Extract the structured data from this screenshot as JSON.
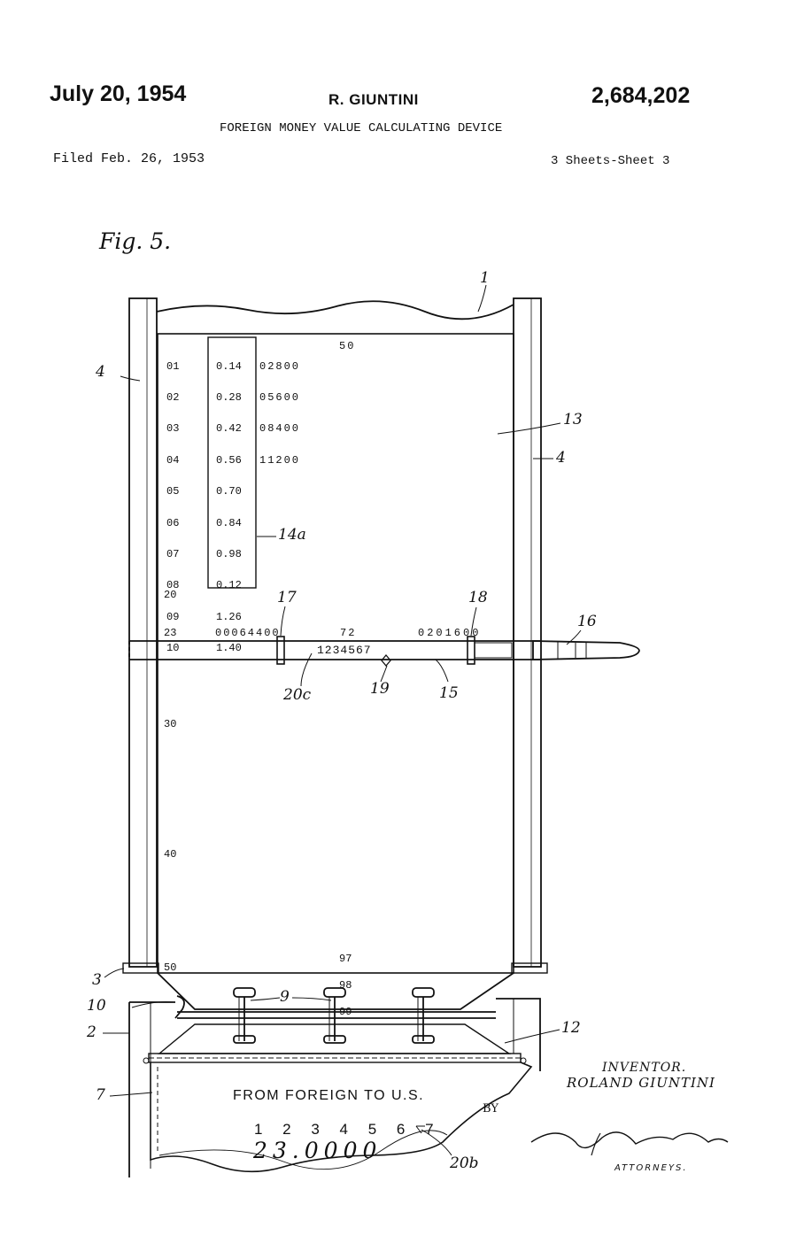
{
  "header": {
    "date": "July 20, 1954",
    "inventor": "R. GIUNTINI",
    "patent_number": "2,684,202",
    "title": "FOREIGN MONEY VALUE CALCULATING DEVICE",
    "filed": "Filed Feb. 26, 1953",
    "sheets": "3 Sheets-Sheet 3"
  },
  "figure": {
    "label": "Fig. 5.",
    "rows": {
      "col1": [
        "01",
        "02",
        "03",
        "04",
        "05",
        "06",
        "07",
        "08",
        "09",
        "10"
      ],
      "col2": [
        "0.14",
        "0.28",
        "0.42",
        "0.56",
        "0.70",
        "0.84",
        "0.98",
        "0.12",
        "1.26",
        "1.40"
      ],
      "col3": [
        "02800",
        "05600",
        "08400",
        "11200"
      ],
      "col4": "50"
    },
    "row_20": "20",
    "row_23": "23",
    "row_23_left": "00064400",
    "row_23_mid": "72",
    "row_23_right": "0201600",
    "slider_digits": "1234567",
    "row_30": "30",
    "row_40": "40",
    "row_50": "50",
    "bottom_codes": [
      "97",
      "98",
      "99"
    ],
    "refs": {
      "r1": "1",
      "r2": "2",
      "r3": "3",
      "r4_left": "4",
      "r4_right": "4",
      "r7": "7",
      "r9": "9",
      "r10": "10",
      "r12": "12",
      "r13": "13",
      "r14a": "14a",
      "r15": "15",
      "r16": "16",
      "r17": "17",
      "r18": "18",
      "r19": "19",
      "r20b": "20b",
      "r20c": "20c"
    },
    "plate": {
      "label": "FROM FOREIGN TO U.S.",
      "digits": "1 2 3 4 5 6 7",
      "value": "23.0000"
    }
  },
  "signature": {
    "inventor_label": "INVENTOR.",
    "inventor_name": "ROLAND GIUNTINI",
    "by": "BY",
    "attorneys": "ATTORNEYS."
  }
}
